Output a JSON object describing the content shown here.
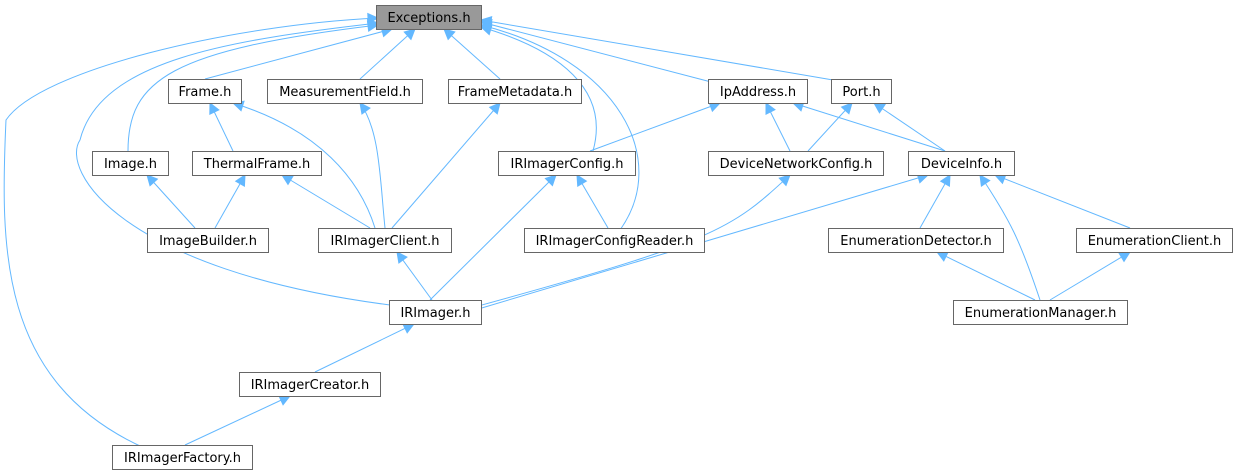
{
  "diagram": {
    "edge_color": "#63b8ff",
    "root_fill": "#999999",
    "node_stroke": "#666666",
    "nodes": [
      {
        "id": "exceptions",
        "label": "Exceptions.h",
        "root": true
      },
      {
        "id": "frame",
        "label": "Frame.h"
      },
      {
        "id": "measurementfield",
        "label": "MeasurementField.h"
      },
      {
        "id": "framemetadata",
        "label": "FrameMetadata.h"
      },
      {
        "id": "ipaddress",
        "label": "IpAddress.h"
      },
      {
        "id": "port",
        "label": "Port.h"
      },
      {
        "id": "image",
        "label": "Image.h"
      },
      {
        "id": "thermalframe",
        "label": "ThermalFrame.h"
      },
      {
        "id": "irimagerconfig",
        "label": "IRImagerConfig.h"
      },
      {
        "id": "devicenetworkconfig",
        "label": "DeviceNetworkConfig.h"
      },
      {
        "id": "deviceinfo",
        "label": "DeviceInfo.h"
      },
      {
        "id": "imagebuilder",
        "label": "ImageBuilder.h"
      },
      {
        "id": "irimagerclient",
        "label": "IRImagerClient.h"
      },
      {
        "id": "irimagerconfigreader",
        "label": "IRImagerConfigReader.h"
      },
      {
        "id": "enumerationdetector",
        "label": "EnumerationDetector.h"
      },
      {
        "id": "enumerationclient",
        "label": "EnumerationClient.h"
      },
      {
        "id": "irimager",
        "label": "IRImager.h"
      },
      {
        "id": "enumerationmanager",
        "label": "EnumerationManager.h"
      },
      {
        "id": "irimagercreator",
        "label": "IRImagerCreator.h"
      },
      {
        "id": "irimagerfactory",
        "label": "IRImagerFactory.h"
      }
    ],
    "edges": [
      {
        "from": "frame",
        "to": "exceptions"
      },
      {
        "from": "measurementfield",
        "to": "exceptions"
      },
      {
        "from": "framemetadata",
        "to": "exceptions"
      },
      {
        "from": "ipaddress",
        "to": "exceptions"
      },
      {
        "from": "port",
        "to": "exceptions"
      },
      {
        "from": "image",
        "to": "exceptions"
      },
      {
        "from": "irimagerconfig",
        "to": "exceptions"
      },
      {
        "from": "irimagerconfigreader",
        "to": "exceptions"
      },
      {
        "from": "irimager",
        "to": "exceptions"
      },
      {
        "from": "irimagerfactory",
        "to": "exceptions"
      },
      {
        "from": "thermalframe",
        "to": "frame"
      },
      {
        "from": "irimagerclient",
        "to": "frame"
      },
      {
        "from": "irimagerclient",
        "to": "measurementfield"
      },
      {
        "from": "irimagerclient",
        "to": "framemetadata"
      },
      {
        "from": "irimagerclient",
        "to": "thermalframe"
      },
      {
        "from": "imagebuilder",
        "to": "thermalframe"
      },
      {
        "from": "imagebuilder",
        "to": "image"
      },
      {
        "from": "irimagerconfig",
        "to": "ipaddress"
      },
      {
        "from": "devicenetworkconfig",
        "to": "ipaddress"
      },
      {
        "from": "deviceinfo",
        "to": "ipaddress"
      },
      {
        "from": "devicenetworkconfig",
        "to": "port"
      },
      {
        "from": "deviceinfo",
        "to": "port"
      },
      {
        "from": "irimager",
        "to": "irimagerconfig"
      },
      {
        "from": "irimagerconfigreader",
        "to": "irimagerconfig"
      },
      {
        "from": "irimager",
        "to": "devicenetworkconfig"
      },
      {
        "from": "irimager",
        "to": "deviceinfo"
      },
      {
        "from": "enumerationdetector",
        "to": "deviceinfo"
      },
      {
        "from": "enumerationclient",
        "to": "deviceinfo"
      },
      {
        "from": "enumerationmanager",
        "to": "deviceinfo"
      },
      {
        "from": "irimager",
        "to": "irimagerclient"
      },
      {
        "from": "enumerationmanager",
        "to": "enumerationdetector"
      },
      {
        "from": "enumerationmanager",
        "to": "enumerationclient"
      },
      {
        "from": "irimagercreator",
        "to": "irimager"
      },
      {
        "from": "irimagerfactory",
        "to": "irimagercreator"
      }
    ]
  }
}
